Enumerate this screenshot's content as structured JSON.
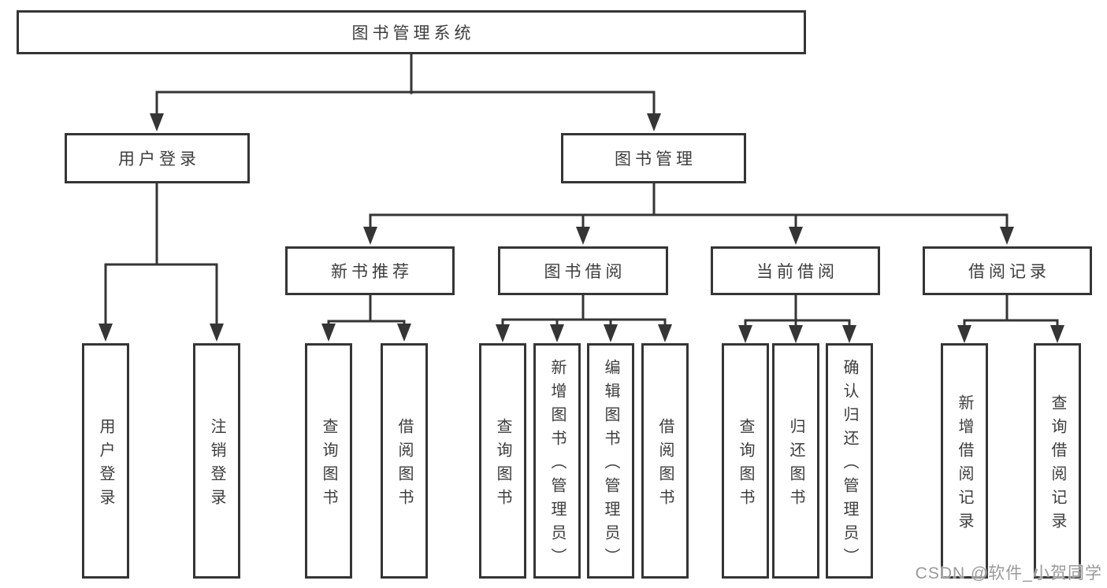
{
  "tree": {
    "label": "图书管理系统",
    "children": [
      {
        "label": "用户登录",
        "children": [
          {
            "label": "用户登录"
          },
          {
            "label": "注销登录"
          }
        ]
      },
      {
        "label": "图书管理",
        "children": [
          {
            "label": "新书推荐",
            "children": [
              {
                "label": "查询图书"
              },
              {
                "label": "借阅图书"
              }
            ]
          },
          {
            "label": "图书借阅",
            "children": [
              {
                "label": "查询图书"
              },
              {
                "label": "新增图书（管理员）"
              },
              {
                "label": "编辑图书（管理员）"
              },
              {
                "label": "借阅图书"
              }
            ]
          },
          {
            "label": "当前借阅",
            "children": [
              {
                "label": "查询图书"
              },
              {
                "label": "归还图书"
              },
              {
                "label": "确认归还（管理员）"
              }
            ]
          },
          {
            "label": "借阅记录",
            "children": [
              {
                "label": "新增借阅记录"
              },
              {
                "label": "查询借阅记录"
              }
            ]
          }
        ]
      }
    ]
  },
  "watermark": {
    "text": "CSDN @软件_小贺同学"
  },
  "colors": {
    "line": "#353535",
    "text": "#3d3d3d",
    "box_background": "#ffffff",
    "page_background": "#ffffff",
    "watermark": "#9a9a9a"
  }
}
